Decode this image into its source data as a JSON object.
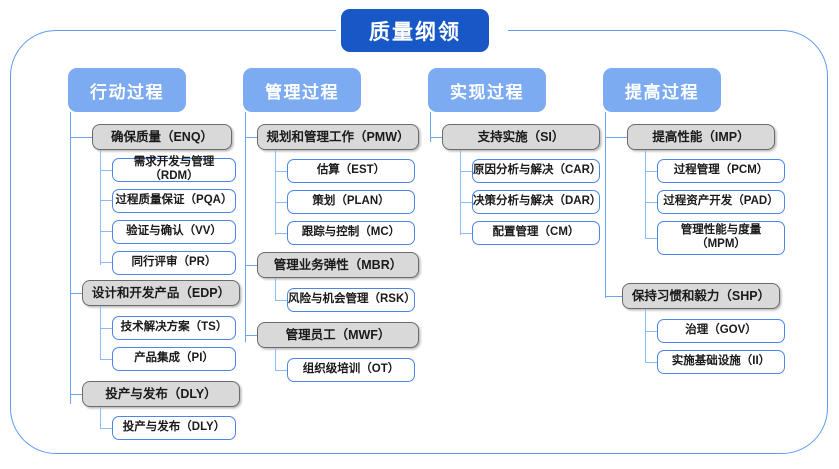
{
  "title": {
    "text": "质量纲领"
  },
  "columns": [
    {
      "id": "col-action",
      "header": "行动过程",
      "groups": [
        {
          "label": "确保质量（ENQ）",
          "children": [
            "需求开发与管理（RDM）",
            "过程质量保证（PQA）",
            "验证与确认（VV）",
            "同行评审（PR）"
          ]
        },
        {
          "label": "设计和开发产品（EDP）",
          "children": [
            "技术解决方案（TS）",
            "产品集成（PI）"
          ]
        },
        {
          "label": "投产与发布（DLY）",
          "children": [
            "投产与发布（DLY）"
          ]
        }
      ]
    },
    {
      "id": "col-manage",
      "header": "管理过程",
      "groups": [
        {
          "label": "规划和管理工作（PMW）",
          "children": [
            "估算（EST）",
            "策划（PLAN）",
            "跟踪与控制（MC）"
          ]
        },
        {
          "label": "管理业务弹性（MBR）",
          "children": [
            "风险与机会管理（RSK）"
          ]
        },
        {
          "label": "管理员工（MWF）",
          "children": [
            "组织级培训（OT）"
          ]
        }
      ]
    },
    {
      "id": "col-implement",
      "header": "实现过程",
      "groups": [
        {
          "label": "支持实施（SI）",
          "children": [
            "原因分析与解决（CAR）",
            "决策分析与解决（DAR）",
            "配置管理（CM）"
          ]
        }
      ]
    },
    {
      "id": "col-improve",
      "header": "提高过程",
      "groups": [
        {
          "label": "提高性能（IMP）",
          "children": [
            "过程管理（PCM）",
            "过程资产开发（PAD）",
            "管理性能与度量\n（MPM）"
          ]
        },
        {
          "label": "保持习惯和毅力（SHP）",
          "children": [
            "治理（GOV）",
            "实施基础设施（II）"
          ]
        }
      ]
    }
  ],
  "colors": {
    "title_blue": "#1857c6",
    "header_blue": "#7cabf2",
    "frame_blue": "#5b9bf0",
    "group_gray": "#d9d9d9",
    "leaf_border": "#4a86e8",
    "connector": "#6fa3ee"
  }
}
